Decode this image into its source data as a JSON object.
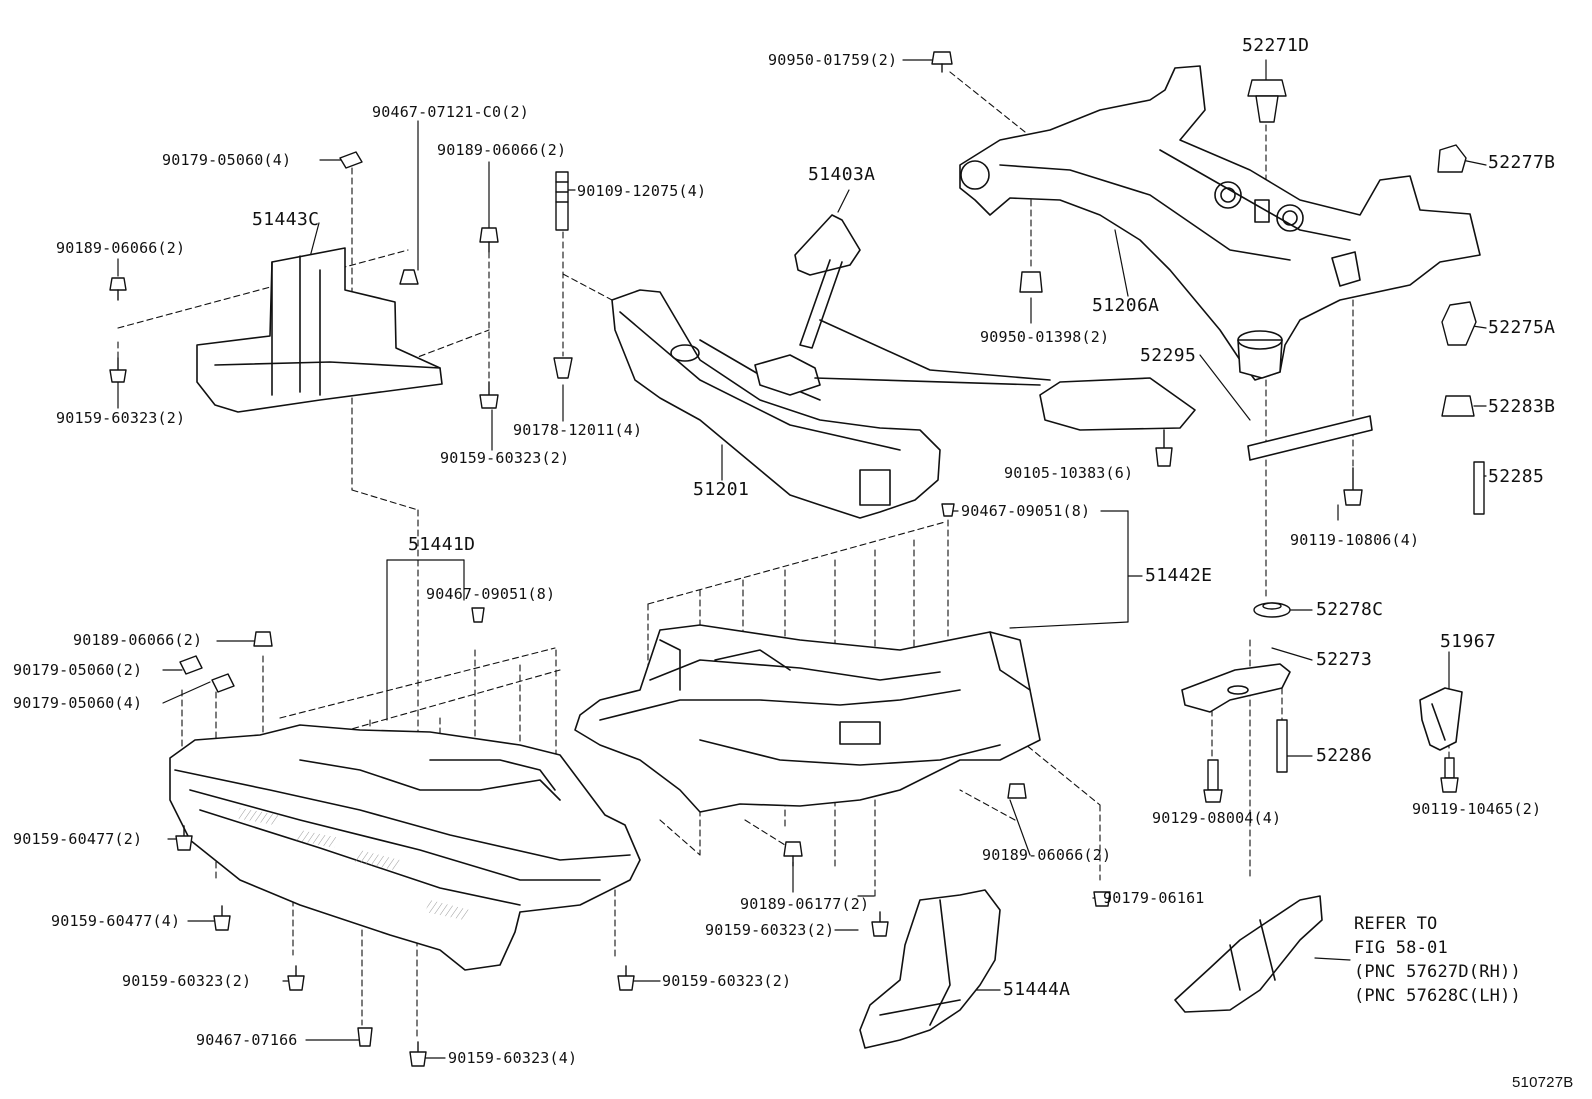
{
  "labels": {
    "p90950_01759": "90950-01759(2)",
    "p52271D": "52271D",
    "p90467_07121": "90467-07121-C0(2)",
    "p90189_06066_a": "90189-06066(2)",
    "p90179_05060_a": "90179-05060(4)",
    "p90109_12075": "90109-12075(4)",
    "p51403A": "51403A",
    "p52277B": "52277B",
    "p51443C": "51443C",
    "p90189_06066_b": "90189-06066(2)",
    "p51206A": "51206A",
    "p90950_01398": "90950-01398(2)",
    "p52275A": "52275A",
    "p52295": "52295",
    "p52283B": "52283B",
    "p90159_60323_a": "90159-60323(2)",
    "p90178_12011": "90178-12011(4)",
    "p90159_60323_b": "90159-60323(2)",
    "p90105_10383": "90105-10383(6)",
    "p52285": "52285",
    "p51201": "51201",
    "p90467_09051_a": "90467-09051(8)",
    "p90119_10806": "90119-10806(4)",
    "p51441D": "51441D",
    "p51442E": "51442E",
    "p90467_09051_b": "90467-09051(8)",
    "p52278C": "52278C",
    "p90189_06066_c": "90189-06066(2)",
    "p51967": "51967",
    "p90179_05060_b": "90179-05060(2)",
    "p52273": "52273",
    "p90179_05060_c": "90179-05060(4)",
    "p52286": "52286",
    "p90129_08004": "90129-08004(4)",
    "p90119_10465": "90119-10465(2)",
    "p90159_60477_a": "90159-60477(2)",
    "p90189_06066_d": "90189-06066(2)",
    "p90189_06177": "90189-06177(2)",
    "p90179_06161": "90179-06161",
    "p90159_60477_b": "90159-60477(4)",
    "p90159_60323_c": "90159-60323(2)",
    "p90159_60323_d": "90159-60323(2)",
    "p90159_60323_e": "90159-60323(2)",
    "p51444A": "51444A",
    "p90467_07166": "90467-07166",
    "p90159_60323_f": "90159-60323(4)"
  },
  "refer_note": "REFER TO\nFIG 58-01\n(PNC 57627D(RH))\n(PNC 57628C(LH))",
  "figure_number": "510727B",
  "colors": {
    "ink": "#111111",
    "background": "#ffffff",
    "shade": "#bdbdbd"
  }
}
